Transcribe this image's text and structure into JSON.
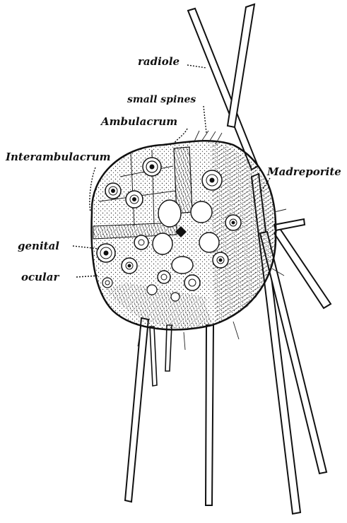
{
  "labels": {
    "radiole": "radiole",
    "small_spines": "small spines",
    "ambulacrum": "Ambulacrum",
    "interambulacrum": "Interambulacrum",
    "madreporite": "Madreporite",
    "genital": "genital",
    "ocular": "ocular"
  }
}
